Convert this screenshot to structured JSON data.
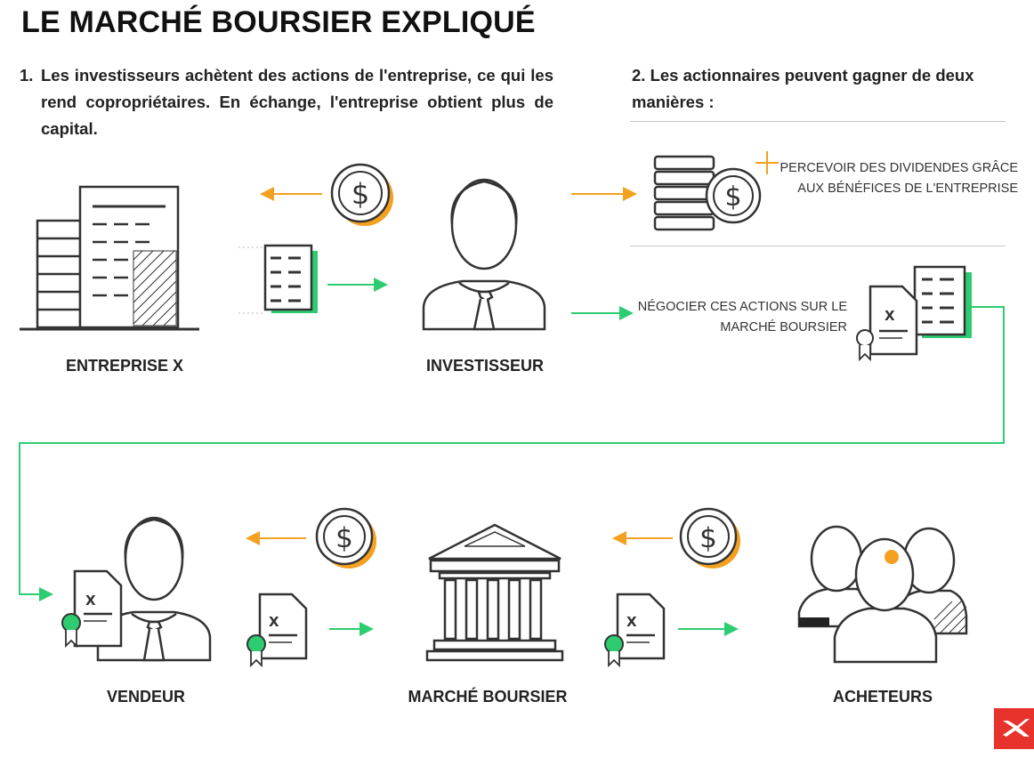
{
  "title": "LE MARCHÉ BOURSIER EXPLIQUÉ",
  "step1": {
    "number": "1.",
    "text": "Les investisseurs achètent des actions de l'entreprise, ce qui les rend copropriétaires. En échange, l'entreprise obtient plus de capital."
  },
  "step2": {
    "text": "2. Les actionnaires peuvent gagner de deux manières :"
  },
  "options": [
    {
      "text": "Percevoir des dividendes grâce aux bénéfices de l'entreprise"
    },
    {
      "text": "Négocier ces actions sur le marché boursier"
    }
  ],
  "labels": {
    "company": "ENTREPRISE X",
    "investor": "INVESTISSEUR",
    "seller": "VENDEUR",
    "market": "MARCHÉ BOURSIER",
    "buyers": "ACHETEURS"
  },
  "icons": {
    "coin_symbol": "$",
    "certificate_mark": "X"
  },
  "colors": {
    "orange": "#f4a020",
    "green": "#2ecc71",
    "dark": "#333333",
    "logo_red": "#e8322c"
  }
}
